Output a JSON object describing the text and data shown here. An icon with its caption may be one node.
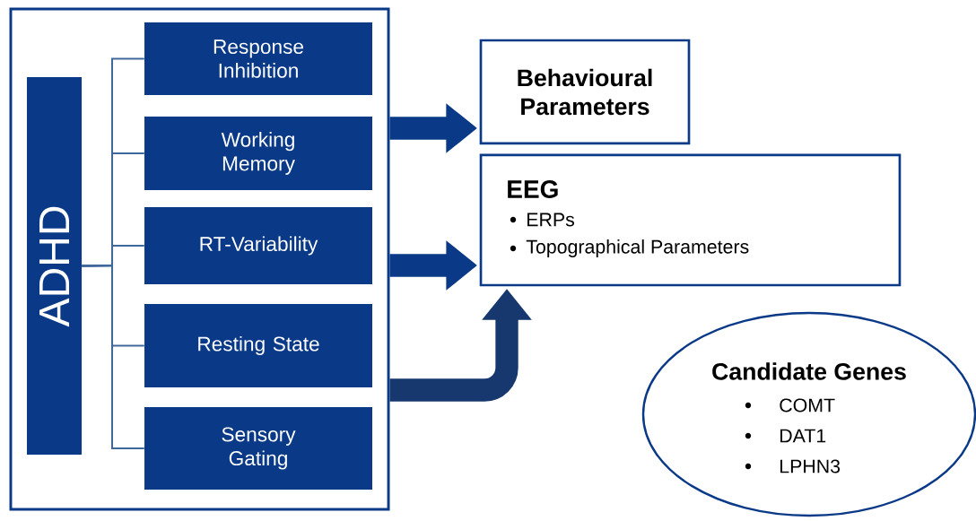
{
  "diagram": {
    "nodes": [
      {
        "text": [],
        "shape": "box"
      },
      {
        "text": [
          "ADHD"
        ],
        "in": 0
      },
      {
        "text": [
          "Response Inhibition"
        ],
        "in": 0
      },
      {
        "text": [
          "Working Memory"
        ],
        "in": 0
      },
      {
        "text": [
          "RT-Variability"
        ],
        "in": 0
      },
      {
        "text": [
          "Resting State"
        ],
        "in": 0
      },
      {
        "text": [
          "Sensory Gating"
        ],
        "in": 0
      },
      {
        "text": [
          "Behavioural Parameters"
        ]
      },
      {
        "text": [
          "EEG",
          "ERPs",
          "Topographical Parameters"
        ]
      },
      {
        "text": [
          "Candidate Genes",
          "COMT",
          "DAT1",
          "LPHN3"
        ]
      }
    ],
    "edges": [
      {
        "from": 1,
        "to": 2,
        "arrow": "none"
      },
      {
        "from": 1,
        "to": 3,
        "arrow": "none"
      },
      {
        "from": 1,
        "to": 4,
        "arrow": "none"
      },
      {
        "from": 1,
        "to": 5,
        "arrow": "none"
      },
      {
        "from": 1,
        "to": 6,
        "arrow": "none"
      },
      {
        "from": 0,
        "to": 7,
        "arrow": "to",
        "style": "thick",
        "color": "#0a3a87"
      },
      {
        "from": 0,
        "to": 8,
        "arrow": "to",
        "style": "thick",
        "color": "#0a3a87"
      },
      {
        "from": 0,
        "to": 8,
        "arrow": "to",
        "style": "thick",
        "color": "#17386e"
      }
    ]
  }
}
